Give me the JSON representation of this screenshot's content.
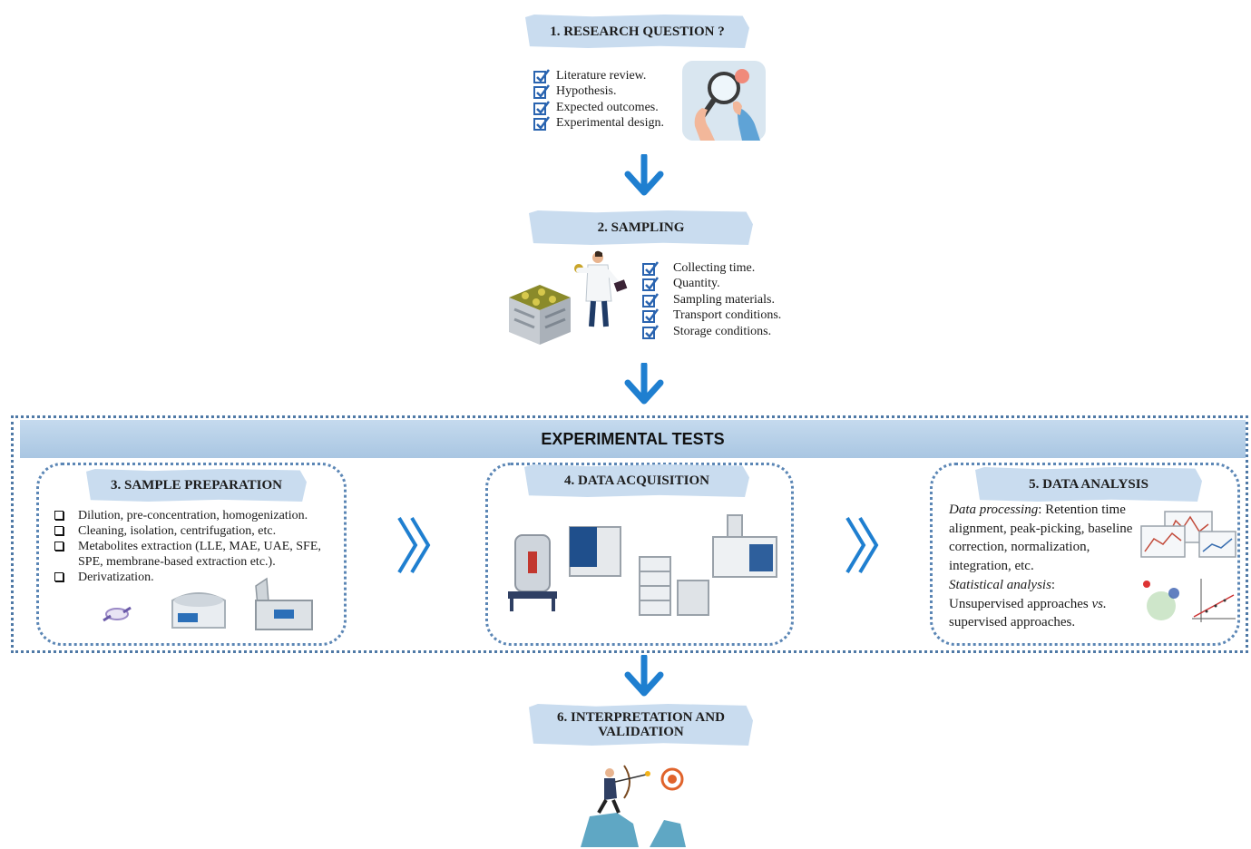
{
  "steps": {
    "research": {
      "title": "1. RESEARCH QUESTION ?",
      "items": [
        "Literature review.",
        "Hypothesis.",
        "Expected outcomes.",
        "Experimental design."
      ]
    },
    "sampling": {
      "title": "2. SAMPLING",
      "items": [
        "Collecting time.",
        "Quantity.",
        "Sampling materials.",
        "Transport conditions.",
        "Storage conditions."
      ]
    },
    "experimental": {
      "title": "EXPERIMENTAL TESTS"
    },
    "preparation": {
      "title": "3. SAMPLE PREPARATION",
      "items": [
        "Dilution, pre-concentration, homogenization.",
        "Cleaning, isolation, centrifugation, etc.",
        "Metabolites extraction (LLE, MAE, UAE, SFE, SPE, membrane-based extraction etc.).",
        "Derivatization."
      ]
    },
    "acquisition": {
      "title": "4. DATA ACQUISITION"
    },
    "analysis": {
      "title": "5. DATA ANALYSIS",
      "processing_label": "Data processing",
      "processing_text": ": Retention time alignment, peak-picking, baseline correction, normalization, integration, etc.",
      "statistical_label": "Statistical analysis",
      "statistical_text": ":",
      "approaches_a": "Unsupervised approaches ",
      "approaches_vs": "vs.",
      "approaches_b": " supervised approaches."
    },
    "interpretation": {
      "title_line1": "6. INTERPRETATION AND",
      "title_line2": "VALIDATION"
    }
  },
  "colors": {
    "banner": "#c9dcef",
    "arrow": "#1f7fd0",
    "frame": "#4f79a6",
    "check": "#2a64b0"
  },
  "icons": [
    "check-icon",
    "down-arrow-icon",
    "chevron-right-icon",
    "magnifier-icon",
    "crate-icon",
    "scientist-icon",
    "instrument-icon",
    "plot-icon",
    "archer-icon",
    "target-icon"
  ]
}
